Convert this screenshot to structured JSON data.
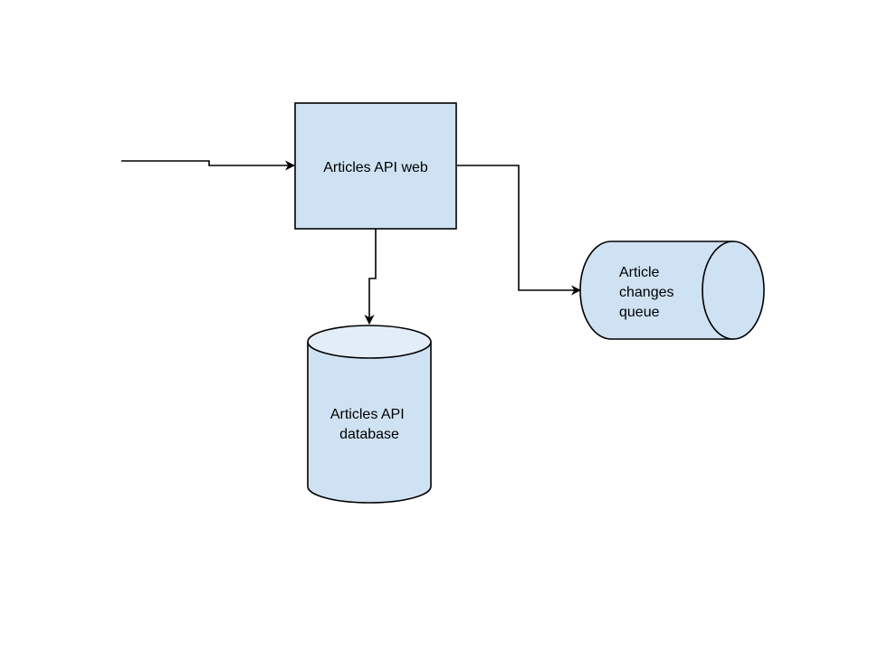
{
  "colors": {
    "node_fill": "#cfe2f3",
    "cylinder_top_fill": "#e2edf8",
    "stroke": "#000000",
    "background": "#ffffff"
  },
  "nodes": {
    "web": {
      "label": "Articles API web",
      "shape": "rectangle"
    },
    "database": {
      "label_lines": [
        "Articles API",
        "database"
      ],
      "shape": "vertical-cylinder"
    },
    "queue": {
      "label_lines": [
        "Article",
        "changes",
        "queue"
      ],
      "shape": "horizontal-cylinder"
    }
  },
  "edges": [
    {
      "from": "external",
      "to": "web"
    },
    {
      "from": "web",
      "to": "database"
    },
    {
      "from": "web",
      "to": "queue"
    }
  ]
}
